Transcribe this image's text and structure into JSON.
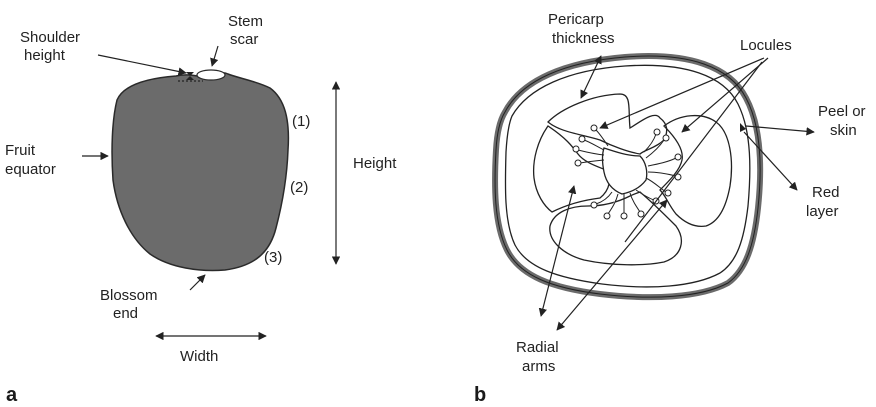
{
  "panel_a": {
    "label": "a",
    "shoulder_height": [
      "Shoulder",
      "height"
    ],
    "stem_scar": [
      "Stem",
      "scar"
    ],
    "fruit_equator": [
      "Fruit",
      "equator"
    ],
    "blossom_end": [
      "Blossom",
      "end"
    ],
    "width": "Width",
    "height": "Height",
    "pos_1": "(1)",
    "pos_2": "(2)",
    "pos_3": "(3)"
  },
  "panel_b": {
    "label": "b",
    "pericarp": [
      "Pericarp",
      "thickness"
    ],
    "locules": "Locules",
    "peel": [
      "Peel or",
      "skin"
    ],
    "red_layer": [
      "Red",
      "layer"
    ],
    "radial_arms": [
      "Radial",
      "arms"
    ]
  },
  "colors": {
    "fruit_fill": "#6b6b6b",
    "outline": "#222222",
    "peel": "#6b6b6b"
  }
}
